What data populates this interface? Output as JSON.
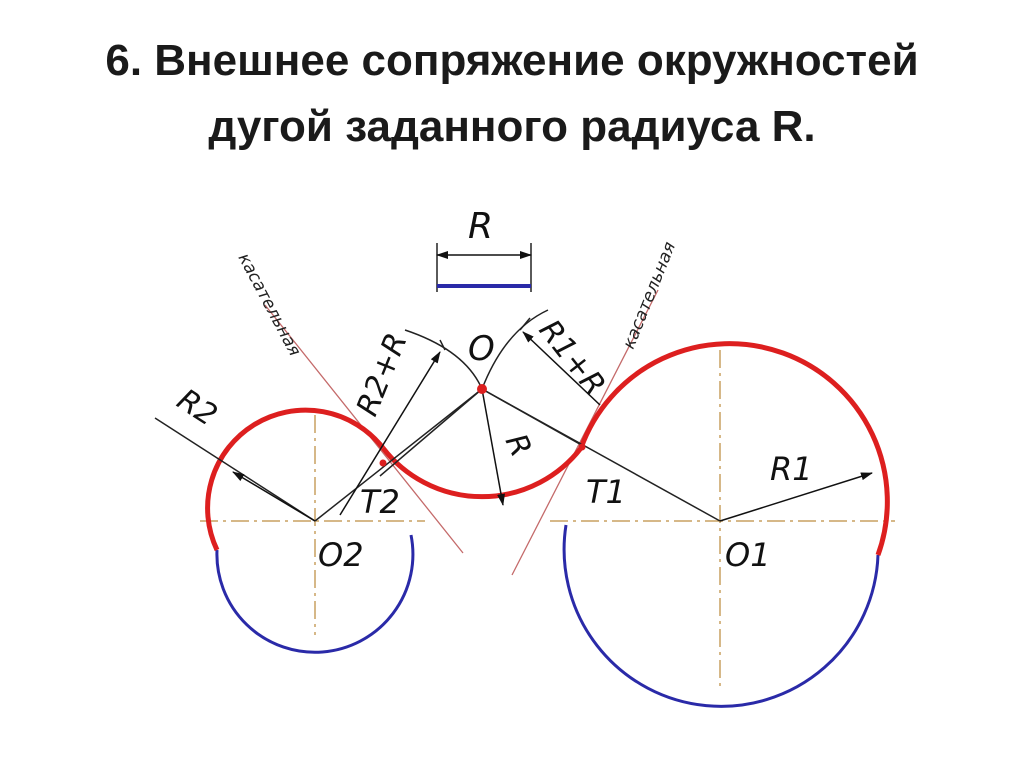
{
  "title": {
    "line1": "6. Внешнее сопряжение окружностей",
    "line2": "дугой заданного радиуса R."
  },
  "labels": {
    "R_top": "R",
    "O": "O",
    "R1_plus_R": "R1+R",
    "R2_plus_R": "R2+R",
    "R2": "R2",
    "R": "R",
    "R1": "R1",
    "T2": "T2",
    "T1": "T1",
    "O2": "O2",
    "O1": "O1",
    "tangent_left": "касательная",
    "tangent_right": "касательная"
  },
  "colors": {
    "red": "#dd1f1f",
    "blue": "#2a2aa8",
    "line": "#222222",
    "axis": "#c8a060",
    "tangent": "#c46a6a"
  }
}
